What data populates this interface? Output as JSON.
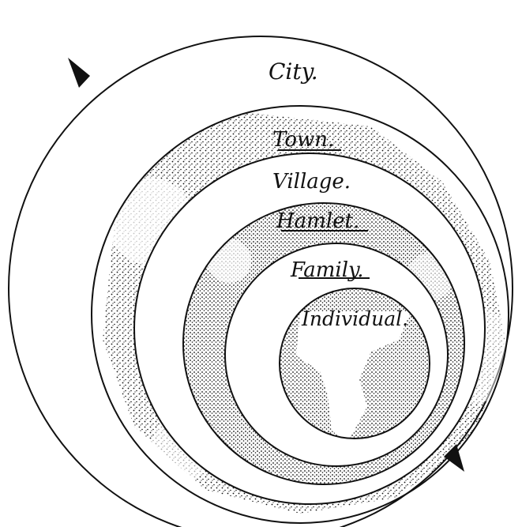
{
  "colors": {
    "ink": "#111111",
    "paper": "#ffffff"
  },
  "labels": {
    "city": "City.",
    "town": "Town.",
    "village": "Village.",
    "hamlet": "Hamlet.",
    "family": "Family.",
    "individual": "Individual."
  },
  "icons": {
    "top_arrow": "arrowhead-icon",
    "bottom_arrow": "arrowhead-icon"
  }
}
